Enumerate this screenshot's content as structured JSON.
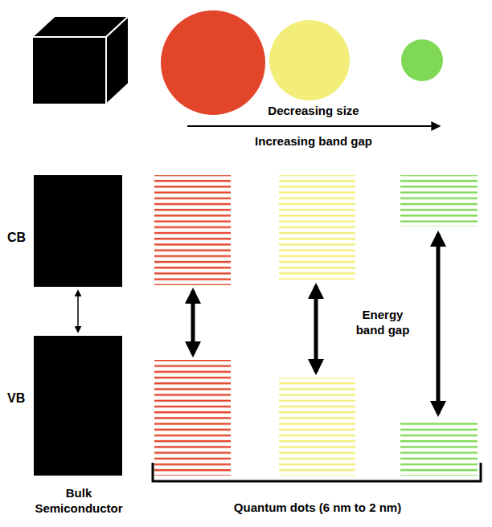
{
  "diagram": {
    "labels": [
      "Decreasing size",
      "Increasing band gap",
      "CB",
      "VB",
      "Energy band gap",
      "Bulk Semiconductor",
      "Quantum dots (6 nm to 2 nm)"
    ]
  }
}
